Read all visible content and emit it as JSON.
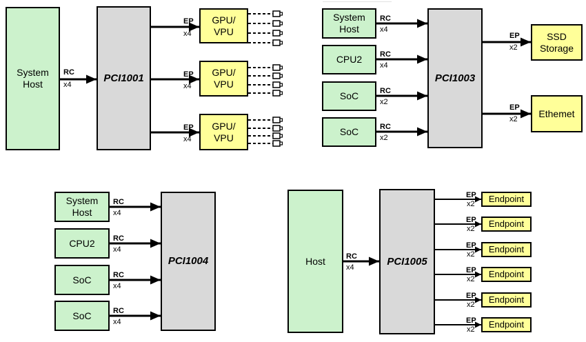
{
  "colors": {
    "host_fill": "#ccf2cc",
    "switch_fill": "#d9d9d9",
    "endpoint_fill": "#ffff99",
    "line": "#000000"
  },
  "diagram1": {
    "host": {
      "label": "System\nHost",
      "port": "RC",
      "lanes": "x4"
    },
    "switch_label": "PCI1001",
    "outputs": [
      {
        "port": "EP",
        "lanes": "x4",
        "label": "GPU/\nVPU"
      },
      {
        "port": "EP",
        "lanes": "x4",
        "label": "GPU/\nVPU"
      },
      {
        "port": "EP",
        "lanes": "x4",
        "label": "GPU/\nVPU"
      }
    ]
  },
  "diagram2": {
    "hosts": [
      {
        "label": "System\nHost",
        "port": "RC",
        "lanes": "x4"
      },
      {
        "label": "CPU2",
        "port": "RC",
        "lanes": "x4"
      },
      {
        "label": "SoC",
        "port": "RC",
        "lanes": "x2"
      },
      {
        "label": "SoC",
        "port": "RC",
        "lanes": "x2"
      }
    ],
    "switch_label": "PCI1003",
    "outputs": [
      {
        "port": "EP",
        "lanes": "x2",
        "label": "SSD\nStorage"
      },
      {
        "port": "EP",
        "lanes": "x2",
        "label": "Ethemet"
      }
    ]
  },
  "diagram3": {
    "hosts": [
      {
        "label": "System\nHost",
        "port": "RC",
        "lanes": "x4"
      },
      {
        "label": "CPU2",
        "port": "RC",
        "lanes": "x4"
      },
      {
        "label": "SoC",
        "port": "RC",
        "lanes": "x4"
      },
      {
        "label": "SoC",
        "port": "RC",
        "lanes": "x4"
      }
    ],
    "switch_label": "PCI1004"
  },
  "diagram4": {
    "host": {
      "label": "Host",
      "port": "RC",
      "lanes": "x4"
    },
    "switch_label": "PCI1005",
    "outputs": [
      {
        "port": "EP",
        "lanes": "x2",
        "label": "Endpoint"
      },
      {
        "port": "EP",
        "lanes": "x2",
        "label": "Endpoint"
      },
      {
        "port": "EP",
        "lanes": "x2",
        "label": "Endpoint"
      },
      {
        "port": "EP",
        "lanes": "x2",
        "label": "Endpoint"
      },
      {
        "port": "EP",
        "lanes": "x2",
        "label": "Endpoint"
      },
      {
        "port": "EP",
        "lanes": "x2",
        "label": "Endpoint"
      }
    ]
  }
}
